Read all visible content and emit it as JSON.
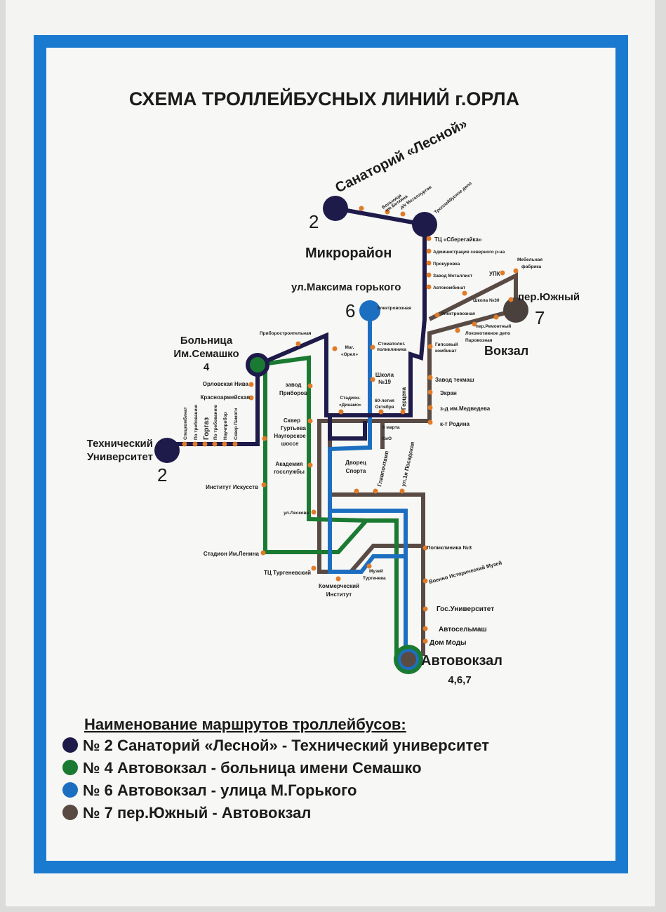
{
  "title": "СХЕМА ТРОЛЛЕЙБУСНЫХ ЛИНИЙ г.ОРЛА",
  "colors": {
    "frame": "#1a7ad0",
    "route2": "#1e1a4a",
    "route4": "#1b7a32",
    "route6": "#1c6fc0",
    "route7": "#594a44",
    "stop": "#e07b28"
  },
  "terminals": {
    "sanatoriy": "Санаторий «Лесной»",
    "sanatoriy_num": "2",
    "mikrorayon": "Микрорайон",
    "gorkogo": "ул.Максима горького",
    "gorkogo_num": "6",
    "semashko_1": "Больница",
    "semashko_2": "Им.Семашко",
    "semashko_num": "4",
    "tech_univ_1": "Технический",
    "tech_univ_2": "Университет",
    "tech_univ_num": "2",
    "yuzhny": "пер.Южный",
    "yuzhny_num": "7",
    "vokzal": "Вокзал",
    "avtovokzal": "Автовокзал",
    "avtovokzal_nums": "4,6,7"
  },
  "stops": {
    "botkina_1": "Больница",
    "botkina_2": "им.Боткина",
    "metallurgov": "д/к Металлургов",
    "depo": "Троллейбусное депо",
    "sberegayka": "ТЦ «Сберегайка»",
    "administration": "Администрация северного р-на",
    "prokurovka": "Прокуровка",
    "metallist": "Завод Металлист",
    "avtokombinat": "Автокомбинат",
    "elektrovoznaya_1": "Электровозная",
    "elektrovoznaya_2": "Электровозная",
    "upk": "УПК",
    "mebel_1": "Мебельная",
    "mebel_2": "фабрика",
    "school30": "Школа №30",
    "remontny": "пер.Ремонтный",
    "lokomotiv": "Локомотивное депо",
    "parovoznaya": "Паровозная",
    "gips_1": "Гипсовый",
    "gips_2": "комбинат",
    "tekmash": "Завод текмаш",
    "ekran": "Экран",
    "medvedeva": "з-д им.Медведева",
    "rodina": "к-т Родина",
    "pribor_str": "Приборостроительная",
    "orel_1": "Маг.",
    "orel_2": "«Орел»",
    "stomat_1": "Стоматолог.",
    "stomat_2": "поликлиника",
    "school19_1": "Школа",
    "school19_2": "№19",
    "dinamo_1": "Стадион.",
    "dinamo_2": "«Динамо»",
    "oktyabr_1": "60-летия",
    "oktyabr_2": "Октября",
    "gertsena": "Герцена",
    "march8": "8 марта",
    "kio": "КиО",
    "dvorets_1": "Дворец",
    "dvorets_2": "Спорта",
    "glavpochtamp": "Главпочтамп",
    "posadskaya": "ул.1я Посадская",
    "orl_niva": "Орловская Нива",
    "krasnoarm": "Красноармейская",
    "spetskombinat": "Спецкомбинат",
    "po_treb_1": "По требованию",
    "gorgaz": "Горгаз",
    "po_treb_2": "По требованию",
    "nauchpribor": "Научприбор",
    "skver_pamyati": "Сквер Памяти",
    "zavod_priborov_1": "завод",
    "zavod_priborov_2": "Приборов",
    "skver_gurt_1": "Сквер",
    "skver_gurt_2": "Гуртьева",
    "naugorskoe_1": "Наугорское",
    "naugorskoe_2": "шоссе",
    "akademiya_1": "Академия",
    "akademiya_2": "госслужбы",
    "institut_isk": "Институт Искусств",
    "leskova": "ул.Лескова",
    "stadion_lenina": "Стадион Им.Ленина",
    "tc_turgenev": "ТЦ Тургеневский",
    "kommerch_1": "Коммерческий",
    "kommerch_2": "Институт",
    "muzey_1": "Музей",
    "muzey_2": "Тургенева",
    "poliklinika3": "Поликлиника №3",
    "voenno_muzey": "Военно Исторический Музей",
    "gos_univ": "Гос.Университет",
    "avtoselmash": "Автосельмаш",
    "dom_mody": "Дом Моды"
  },
  "legend": {
    "heading": "Наименование маршрутов троллейбусов:",
    "items": [
      {
        "label": "№ 2 Санаторий «Лесной» - Технический университет",
        "color": "#1e1a4a"
      },
      {
        "label": "№ 4 Автовокзал - больница имени Семашко",
        "color": "#1b7a32"
      },
      {
        "label": "№ 6 Автовокзал - улица М.Горького",
        "color": "#1c6fc0"
      },
      {
        "label": "№ 7 пер.Южный - Автовокзал",
        "color": "#594a44"
      }
    ]
  }
}
